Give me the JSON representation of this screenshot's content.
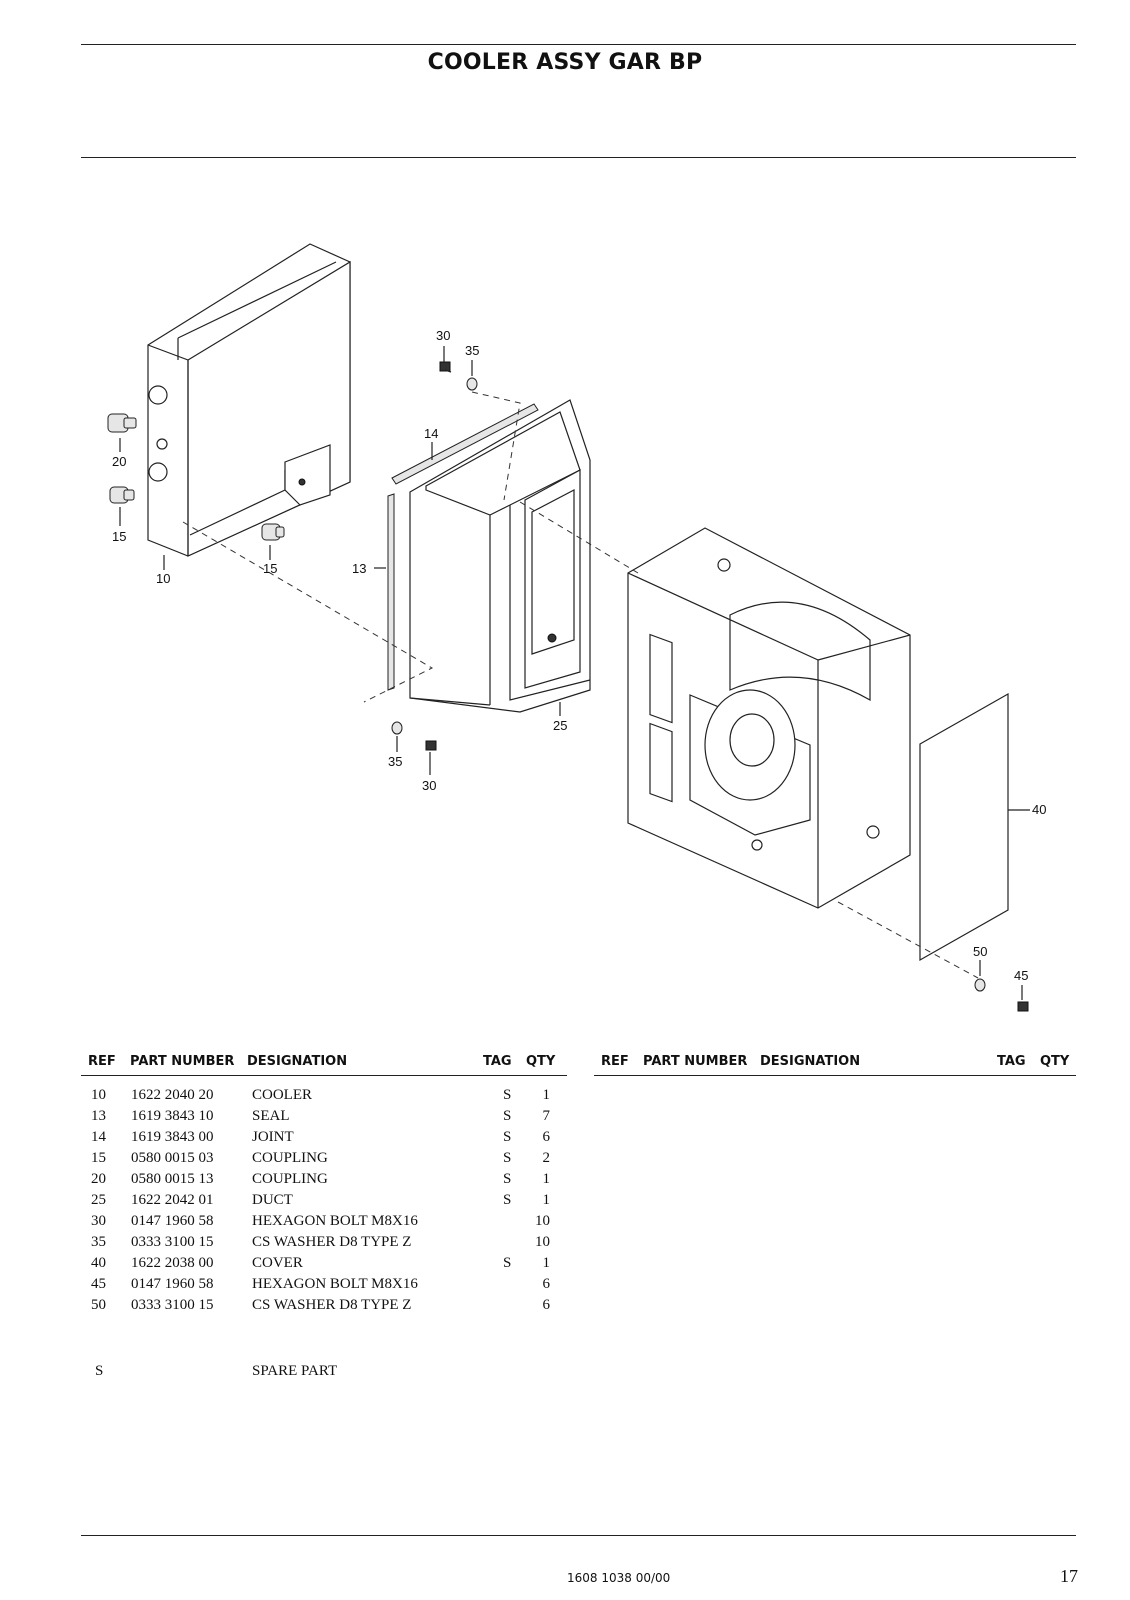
{
  "title": "COOLER ASSY GAR BP",
  "diagram": {
    "callouts": [
      "30",
      "35",
      "14",
      "20",
      "15",
      "15",
      "10",
      "13",
      "25",
      "35",
      "30",
      "40",
      "50",
      "45"
    ]
  },
  "table": {
    "columns": [
      "REF",
      "PART NUMBER",
      "DESIGNATION",
      "TAG",
      "QTY"
    ],
    "rows": [
      {
        "ref": "10",
        "part_number": "1622 2040 20",
        "designation": "COOLER",
        "tag": "S",
        "qty": "1"
      },
      {
        "ref": "13",
        "part_number": "1619 3843 10",
        "designation": "SEAL",
        "tag": "S",
        "qty": "7"
      },
      {
        "ref": "14",
        "part_number": "1619 3843 00",
        "designation": "JOINT",
        "tag": "S",
        "qty": "6"
      },
      {
        "ref": "15",
        "part_number": "0580 0015 03",
        "designation": "COUPLING",
        "tag": "S",
        "qty": "2"
      },
      {
        "ref": "20",
        "part_number": "0580 0015 13",
        "designation": "COUPLING",
        "tag": "S",
        "qty": "1"
      },
      {
        "ref": "25",
        "part_number": "1622 2042 01",
        "designation": "DUCT",
        "tag": "S",
        "qty": "1"
      },
      {
        "ref": "30",
        "part_number": "0147 1960 58",
        "designation": "HEXAGON BOLT M8X16",
        "tag": "",
        "qty": "10"
      },
      {
        "ref": "35",
        "part_number": "0333 3100 15",
        "designation": "CS WASHER D8 TYPE Z",
        "tag": "",
        "qty": "10"
      },
      {
        "ref": "40",
        "part_number": "1622 2038 00",
        "designation": "COVER",
        "tag": "S",
        "qty": "1"
      },
      {
        "ref": "45",
        "part_number": "0147 1960 58",
        "designation": "HEXAGON BOLT M8X16",
        "tag": "",
        "qty": "6"
      },
      {
        "ref": "50",
        "part_number": "0333 3100 15",
        "designation": "CS WASHER D8 TYPE Z",
        "tag": "",
        "qty": "6"
      }
    ]
  },
  "legend": {
    "code": "S",
    "text": "SPARE PART"
  },
  "footer": {
    "doc_number": "1608 1038 00/00",
    "page_number": "17"
  }
}
